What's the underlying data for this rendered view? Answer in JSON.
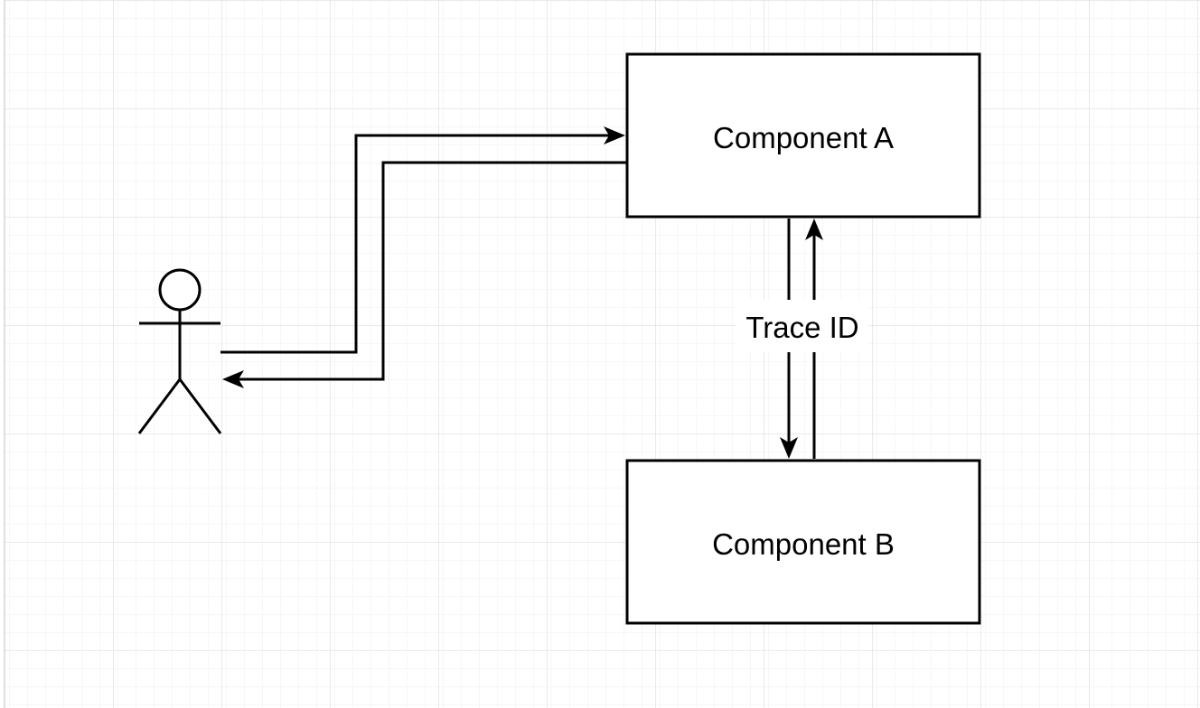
{
  "diagram": {
    "nodes": [
      {
        "id": "actor",
        "kind": "actor",
        "label": ""
      },
      {
        "id": "component-a",
        "kind": "box",
        "label": "Component A"
      },
      {
        "id": "component-b",
        "kind": "box",
        "label": "Component B"
      }
    ],
    "edges": [
      {
        "id": "actor-to-a",
        "from": "actor",
        "to": "component-a",
        "label": ""
      },
      {
        "id": "a-to-actor",
        "from": "component-a",
        "to": "actor",
        "label": ""
      },
      {
        "id": "a-to-b",
        "from": "component-a",
        "to": "component-b",
        "label": ""
      },
      {
        "id": "b-to-a",
        "from": "component-b",
        "to": "component-a",
        "label": ""
      }
    ],
    "annotations": {
      "trace_label": "Trace ID"
    }
  },
  "style": {
    "background": "#ffffff",
    "grid_minor": "#f0f0f0",
    "grid_major": "#d9d9d9",
    "stroke": "#000000"
  }
}
